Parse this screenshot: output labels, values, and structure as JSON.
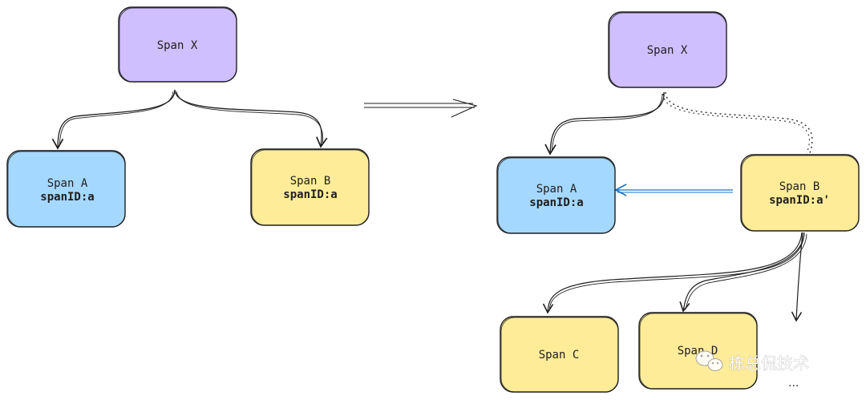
{
  "left": {
    "span_x": "Span X",
    "span_a": [
      "Span A",
      "spanID:a"
    ],
    "span_b": [
      "Span B",
      "spanID:a"
    ]
  },
  "right": {
    "span_x": "Span X",
    "span_a": [
      "Span A",
      "spanID:a"
    ],
    "span_b": [
      "Span B",
      "spanID:a'"
    ],
    "span_c": "Span C",
    "span_d": "Span D",
    "more": "..."
  },
  "colors": {
    "purple": "#d0bfff",
    "blue": "#a5d8ff",
    "yellow": "#ffec99",
    "stroke": "#1e1e1e",
    "link": "#1971c2"
  },
  "watermark": "栋总侃技术"
}
